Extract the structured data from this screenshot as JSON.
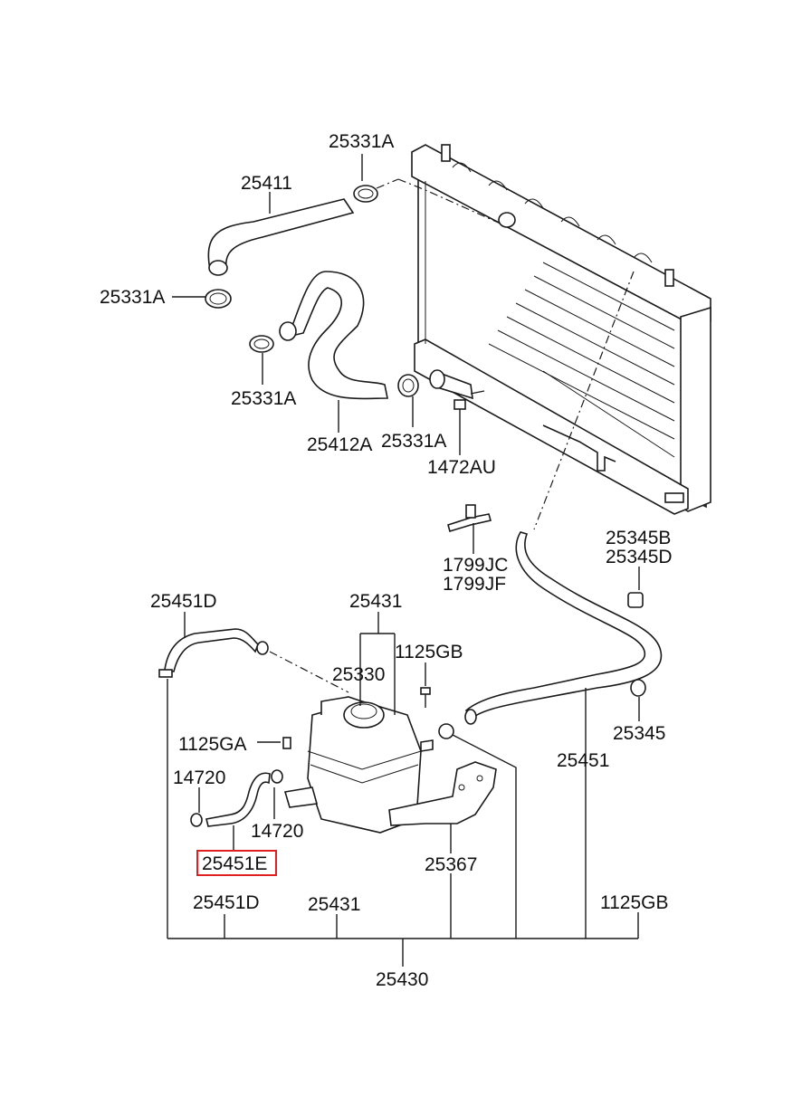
{
  "labels": {
    "p25331A_top": "25331A",
    "p25411": "25411",
    "p25331A_left": "25331A",
    "p25331A_mid": "25331A",
    "p25412A": "25412A",
    "p25331A_low": "25331A",
    "p1472AU": "1472AU",
    "p1799JC": "1799JC",
    "p1799JF": "1799JF",
    "p25345B": "25345B",
    "p25345D": "25345D",
    "p25451D_top": "25451D",
    "p25431_top": "25431",
    "p1125GB_top": "1125GB",
    "p25330": "25330",
    "p1125GA": "1125GA",
    "p14720_a": "14720",
    "p14720_b": "14720",
    "p25345": "25345",
    "p25451": "25451",
    "p25451E": "25451E",
    "p25367": "25367",
    "p25451D_bot": "25451D",
    "p25431_bot": "25431",
    "p1125GB_bot": "1125GB",
    "p25430": "25430"
  },
  "highlight_color": "#e02020"
}
